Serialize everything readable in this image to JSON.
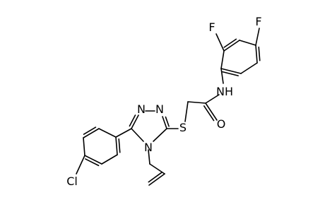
{
  "molecule": {
    "atoms": {
      "f_top": "F",
      "f_left": "F",
      "nh": "NH",
      "o": "O",
      "s": "S",
      "n1": "N",
      "n2": "N",
      "n4": "N",
      "cl": "Cl"
    }
  }
}
